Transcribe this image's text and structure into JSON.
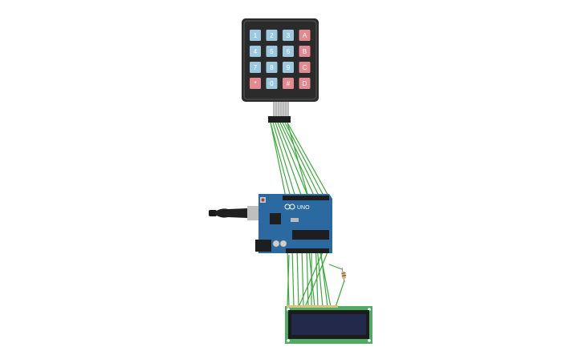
{
  "keypad": {
    "rows": [
      [
        "1",
        "2",
        "3",
        "A"
      ],
      [
        "4",
        "5",
        "6",
        "B"
      ],
      [
        "7",
        "8",
        "9",
        "C"
      ],
      [
        "*",
        "0",
        "#",
        "D"
      ]
    ],
    "colors": {
      "body": "#2b2b2b",
      "number_key": "#9cc8e0",
      "letter_key": "#e28a8f"
    }
  },
  "arduino": {
    "logo_text": "UNO",
    "brand_icon": "infinity-logo-icon",
    "board_color": "#2a6aa0"
  },
  "lcd": {
    "board_color": "#4faa63",
    "screen_color": "#23294a"
  },
  "wire_color": "#3aaa3a"
}
